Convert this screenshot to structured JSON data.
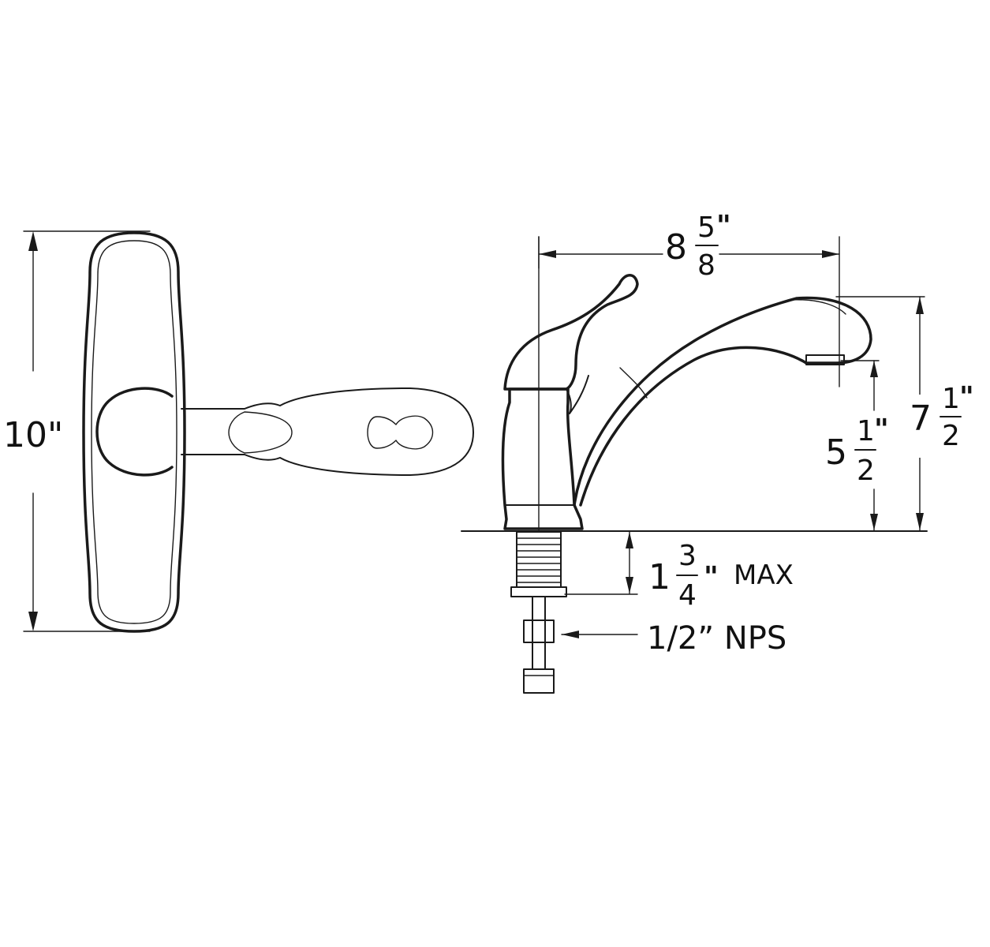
{
  "colors": {
    "line": "#1a1a1a",
    "background": "#ffffff"
  },
  "dimensions": {
    "width": "10\"",
    "depth": {
      "whole": "8",
      "numerator": "5",
      "denominator": "8",
      "mark": "\""
    },
    "spout_height": {
      "whole": "5",
      "numerator": "1",
      "denominator": "2",
      "mark": "\""
    },
    "total_height": {
      "whole": "7",
      "numerator": "1",
      "denominator": "2",
      "mark": "\""
    },
    "deck_thickness": {
      "whole": "1",
      "numerator": "3",
      "denominator": "4",
      "mark": "\"",
      "suffix": "MAX"
    },
    "connection": "1/2” NPS"
  }
}
